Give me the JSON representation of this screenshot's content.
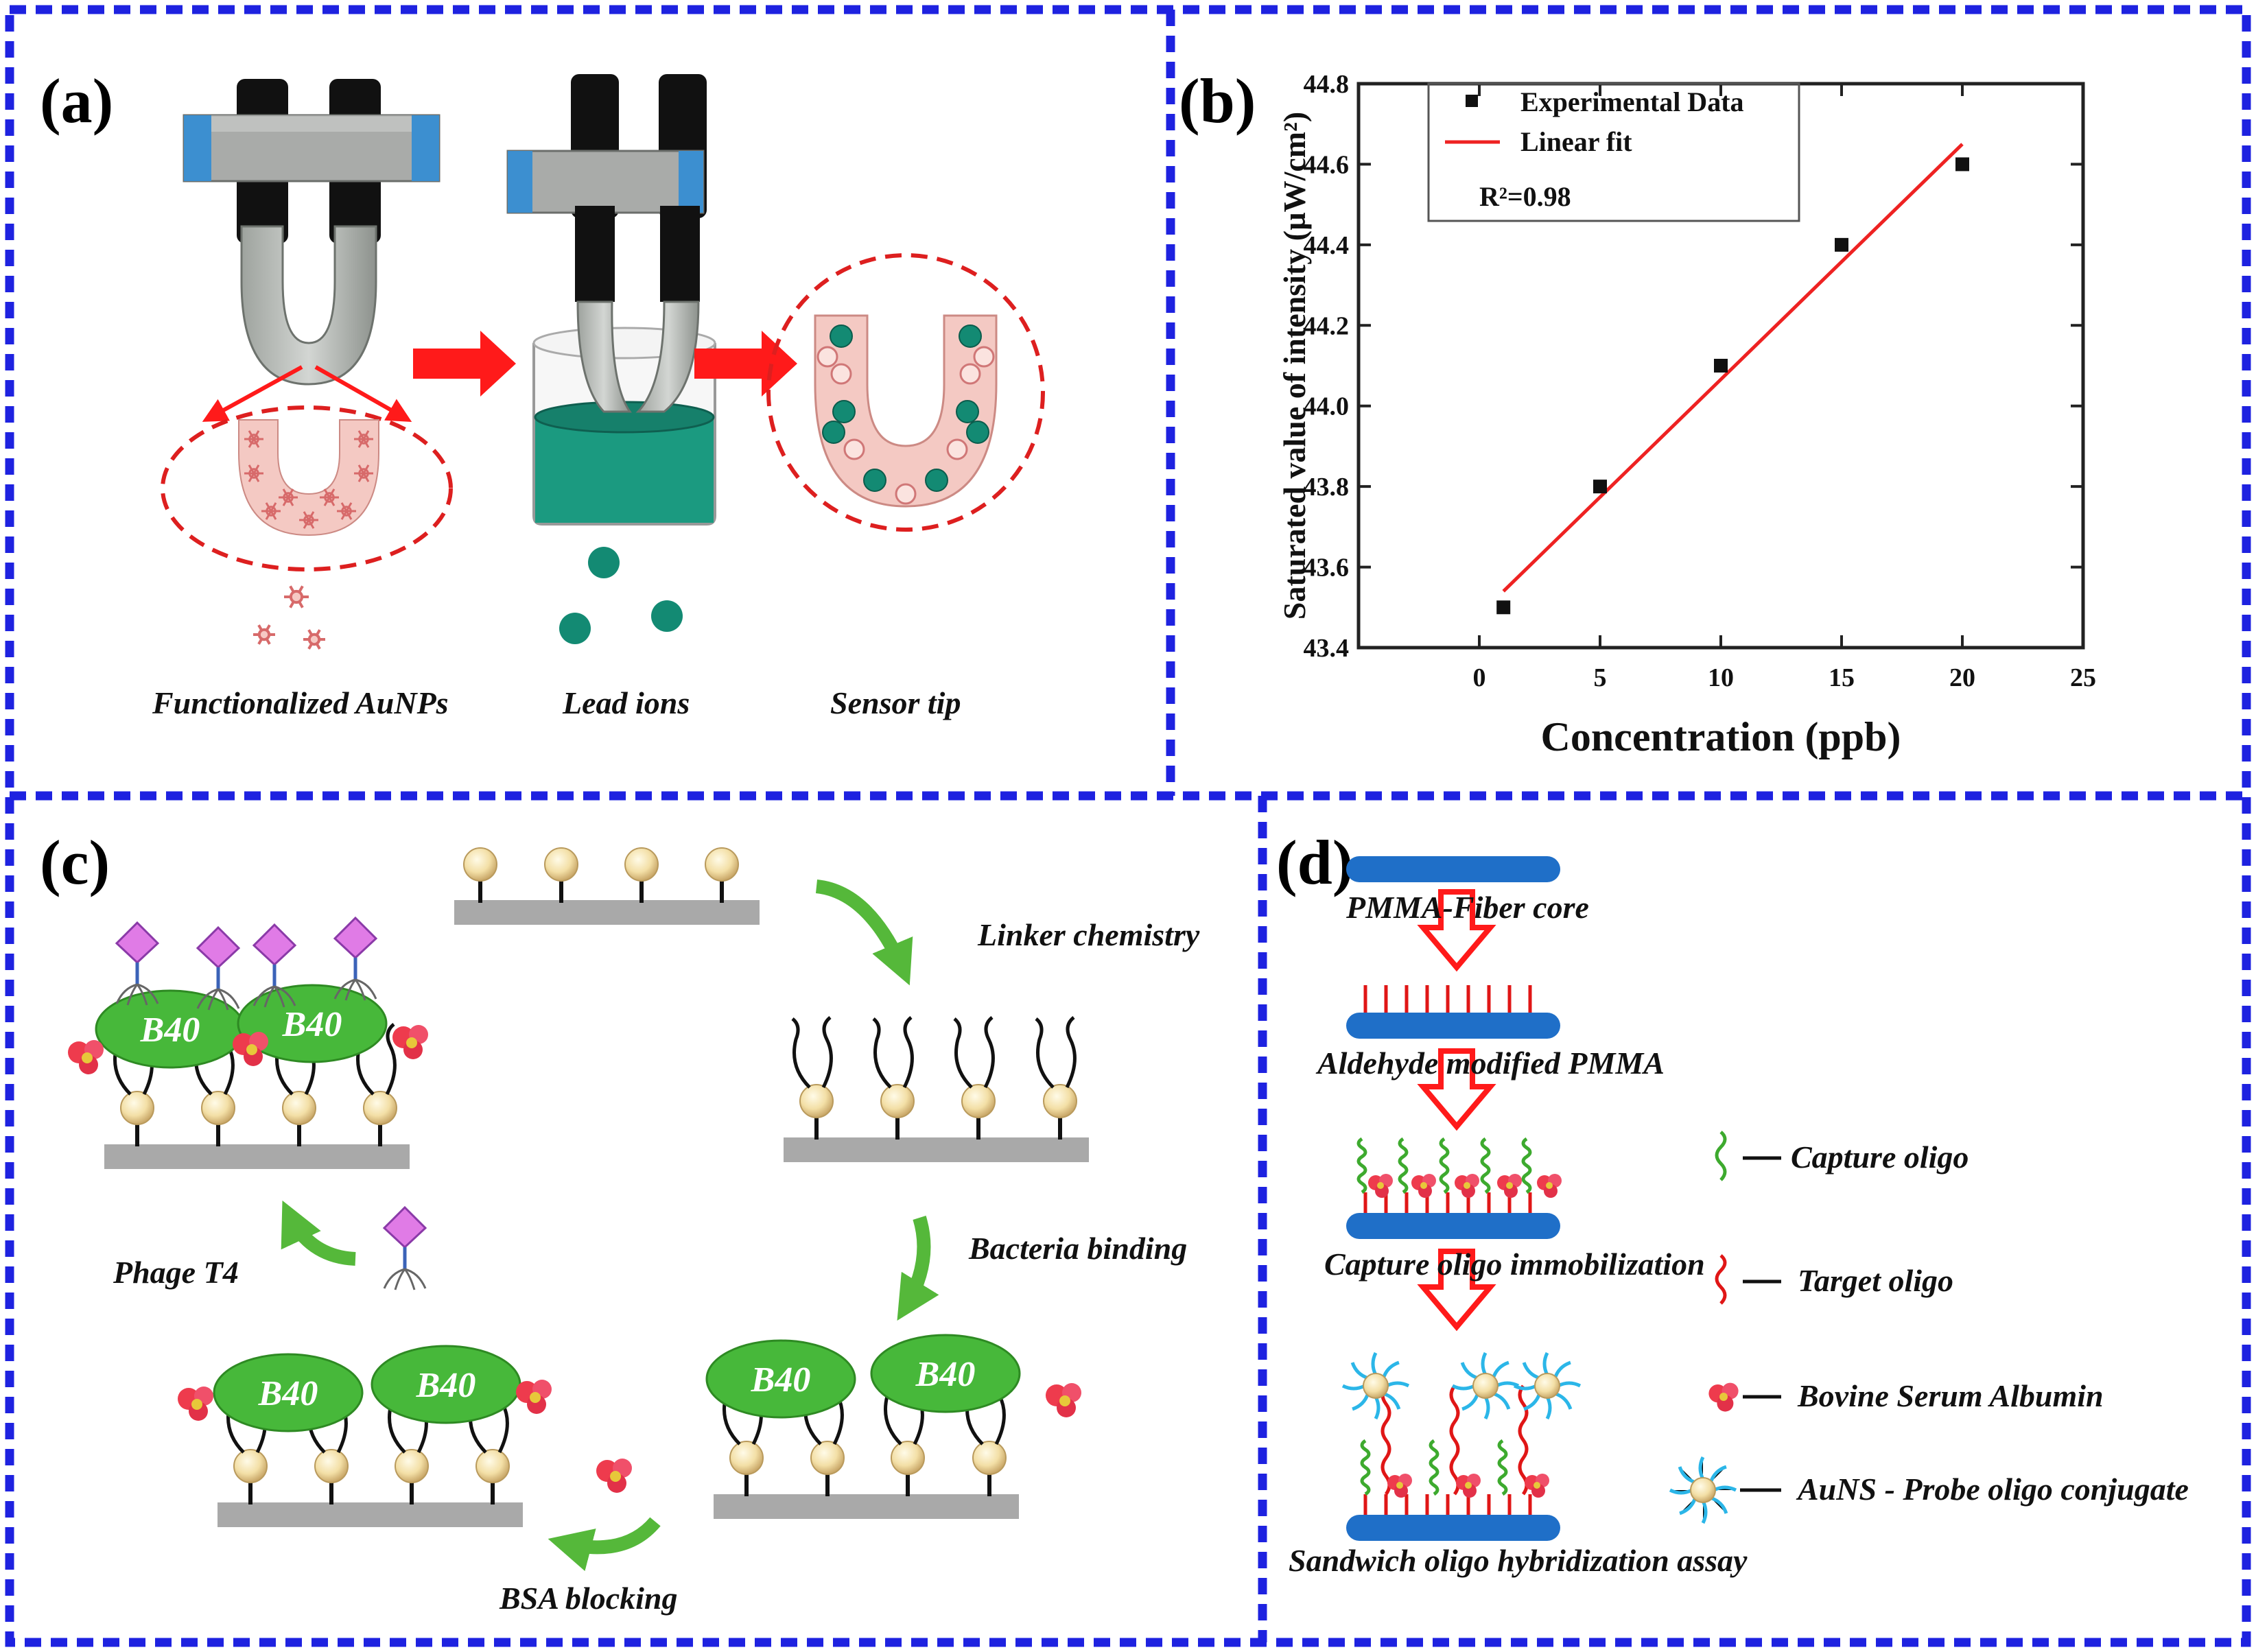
{
  "colors": {
    "frame_blue": "#1e22e0",
    "arrow_red": "#ff1a1a",
    "arrow_green": "#55b83a",
    "fiber_blue": "#1f6fc8",
    "lead_green": "#138a73",
    "b40_green": "#47b83a",
    "fit_red": "#ee2222"
  },
  "panel_a": {
    "label": "(a)",
    "captions": [
      "Functionalized AuNPs",
      "Lead ions",
      "Sensor tip"
    ]
  },
  "panel_b": {
    "label": "(b)"
  },
  "panel_c": {
    "label": "(c)",
    "steps": [
      "Linker chemistry",
      "Bacteria binding",
      "BSA blocking",
      "Phage T4"
    ],
    "bacteria_label": "B40"
  },
  "panel_d": {
    "label": "(d)",
    "steps": [
      "PMMA-Fiber core",
      "Aldehyde modified PMMA",
      "Capture oligo immobilization",
      "Sandwich oligo hybridization assay"
    ],
    "legend": [
      "Capture oligo",
      "Target  oligo",
      "Bovine Serum Albumin",
      "AuNS - Probe oligo  conjugate"
    ]
  },
  "chart_data": {
    "type": "scatter",
    "xlabel": "Concentration (ppb)",
    "ylabel": "Saturated value of intensity (µW/cm²)",
    "xlim": [
      -5,
      25
    ],
    "ylim": [
      43.4,
      44.8
    ],
    "xticks": [
      "0",
      "5",
      "10",
      "15",
      "20",
      "25"
    ],
    "yticks": [
      "43.4",
      "43.6",
      "43.8",
      "44.0",
      "44.2",
      "44.4",
      "44.6",
      "44.8"
    ],
    "legend": [
      "Experimental Data",
      "Linear fit"
    ],
    "legend_position": "top-left",
    "annotation": "R²=0.98",
    "series": [
      {
        "name": "Experimental Data",
        "x": [
          1,
          5,
          10,
          15,
          20
        ],
        "y": [
          43.5,
          43.8,
          44.1,
          44.4,
          44.6
        ]
      },
      {
        "name": "Linear fit",
        "x": [
          1,
          20
        ],
        "y": [
          43.54,
          44.65
        ]
      }
    ]
  }
}
